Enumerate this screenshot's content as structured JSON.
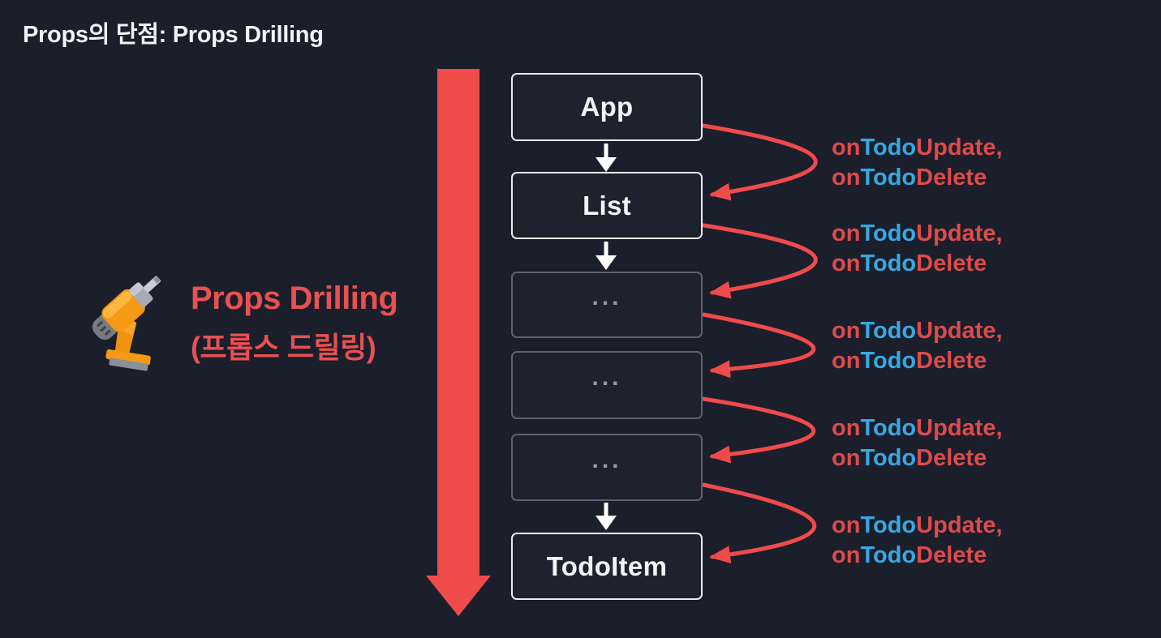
{
  "slide": {
    "title": "Props의 단점: Props Drilling"
  },
  "annotation": {
    "icon": "drill-icon",
    "heading": "Props Drilling",
    "subheading": "(프롭스 드릴링)"
  },
  "component_tree": {
    "boxes": [
      {
        "label": "App",
        "muted": false
      },
      {
        "label": "List",
        "muted": false
      },
      {
        "label": "...",
        "muted": true
      },
      {
        "label": "...",
        "muted": true
      },
      {
        "label": "...",
        "muted": true
      },
      {
        "label": "TodoItem",
        "muted": false
      }
    ]
  },
  "props_label": {
    "line1": {
      "seg1": "on",
      "seg2": "Todo",
      "seg3": "Update,"
    },
    "line2": {
      "seg1": "on",
      "seg2": "Todo",
      "seg3": "Delete"
    }
  },
  "colors": {
    "background": "#1b1e2b",
    "arrow_red": "#ef4b4b",
    "label_red": "#dd4b4b",
    "label_blue": "#38a8e0",
    "heading_red": "#e85052",
    "box_border": "#e9ebf0",
    "box_text": "#f3f4f6",
    "muted_border": "#5d6373",
    "muted_text": "#949aa7",
    "title_text": "#f2f3f5"
  }
}
